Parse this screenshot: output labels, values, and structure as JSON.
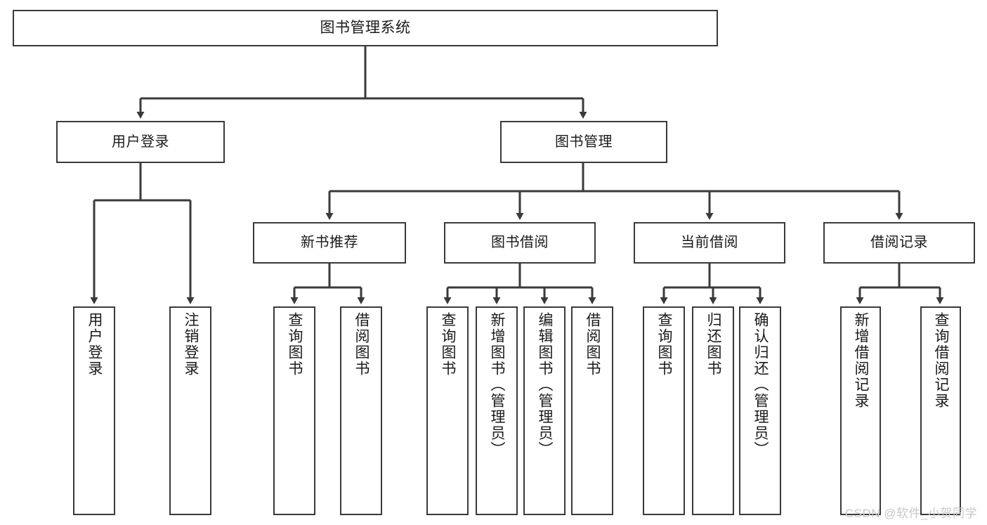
{
  "diagram": {
    "title": "图书管理系统",
    "type": "tree-hierarchy-chart",
    "colors": {
      "background": "#ffffff",
      "box_border": "#3a3a3a",
      "box_fill": "#ffffff",
      "connector": "#3a3a3a",
      "text": "#1a1a1a",
      "watermark": "#c8c8c8"
    }
  },
  "nodes": {
    "root": {
      "label": "图书管理系统",
      "level": 1
    },
    "level2": [
      {
        "id": "user-login",
        "label": "用户登录"
      },
      {
        "id": "book-manage",
        "label": "图书管理"
      }
    ],
    "level3": [
      {
        "id": "new-book-recommend",
        "label": "新书推荐"
      },
      {
        "id": "book-borrow",
        "label": "图书借阅"
      },
      {
        "id": "current-borrow",
        "label": "当前借阅"
      },
      {
        "id": "borrow-record",
        "label": "借阅记录"
      }
    ],
    "leaves": {
      "user-login": [
        {
          "id": "leaf-user-login",
          "label": "用户登录"
        },
        {
          "id": "leaf-logout-login",
          "label": "注销登录"
        }
      ],
      "new-book-recommend": [
        {
          "id": "leaf-query-book-1",
          "label": "查询图书"
        },
        {
          "id": "leaf-borrow-book-1",
          "label": "借阅图书"
        }
      ],
      "book-borrow": [
        {
          "id": "leaf-query-book-2",
          "label": "查询图书"
        },
        {
          "id": "leaf-add-book",
          "label": "新增图书（管理员）"
        },
        {
          "id": "leaf-edit-book",
          "label": "编辑图书（管理员）"
        },
        {
          "id": "leaf-borrow-book-2",
          "label": "借阅图书"
        }
      ],
      "current-borrow": [
        {
          "id": "leaf-query-book-3",
          "label": "查询图书"
        },
        {
          "id": "leaf-return-book",
          "label": "归还图书"
        },
        {
          "id": "leaf-confirm-return",
          "label": "确认归还（管理员）"
        }
      ],
      "borrow-record": [
        {
          "id": "leaf-add-record",
          "label": "新增借阅记录"
        },
        {
          "id": "leaf-query-record",
          "label": "查询借阅记录"
        }
      ]
    }
  },
  "watermark": {
    "text": "CSDN @软件_小贺同学"
  }
}
